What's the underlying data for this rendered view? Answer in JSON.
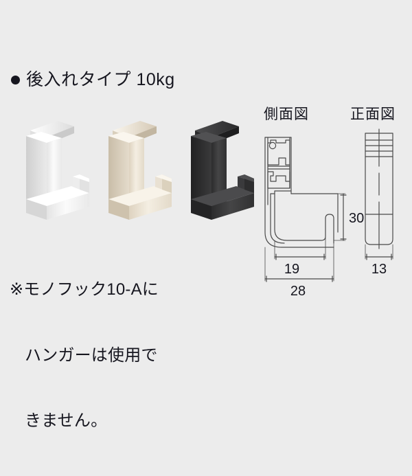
{
  "page": {
    "background_color": "#ececec",
    "text_color": "#16161f"
  },
  "heading": {
    "bullet_icon": "filled-circle-bullet",
    "text": "後入れタイプ 10kg"
  },
  "products": [
    {
      "name": "hook-white",
      "color_label": "white",
      "body_color": "#f7f7f7",
      "shade_color": "#d8d8d8",
      "dark_color": "#c2c2c2"
    },
    {
      "name": "hook-ivory",
      "color_label": "ivory",
      "body_color": "#f0e9dc",
      "shade_color": "#d9cfbc",
      "dark_color": "#c4b9a4"
    },
    {
      "name": "hook-black",
      "color_label": "black",
      "body_color": "#3b3b3c",
      "shade_color": "#2a2a2b",
      "dark_color": "#1d1d1e"
    }
  ],
  "note": {
    "line1": "※モノフック10-Aに",
    "line2": "ハンガーは使用で",
    "line3": "きません。"
  },
  "drawings": {
    "side_view": {
      "title": "側面図",
      "dimensions": {
        "height": "30",
        "inner_width": "19",
        "total_width": "28"
      }
    },
    "front_view": {
      "title": "正面図",
      "dimensions": {
        "width": "13"
      }
    }
  }
}
